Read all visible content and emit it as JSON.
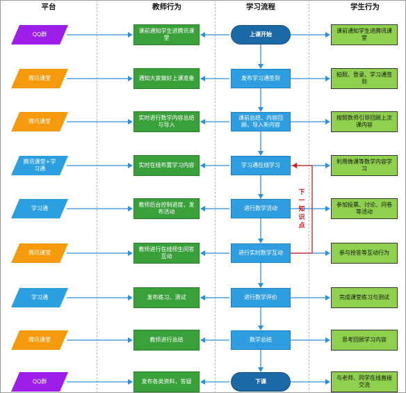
{
  "headers": {
    "platform": "平台",
    "teacher": "教师行为",
    "process": "学习流程",
    "student": "学生行为"
  },
  "rows": [
    {
      "platform": "QQ群",
      "platform_color": "#9d1ee8",
      "teacher": "课前通知学生进腾讯课堂",
      "process": "上课开始",
      "process_kind": "terminal",
      "student": "课前通知学生进腾讯课堂"
    },
    {
      "platform": "腾讯课堂",
      "platform_color": "#f59a0c",
      "teacher": "通知大家做好上课准备",
      "process": "发布学习通签到",
      "process_kind": "step",
      "student": "拍照、登录、学习通签到"
    },
    {
      "platform": "腾讯课堂",
      "platform_color": "#f59a0c",
      "teacher": "实时进行数学内容总结与导入",
      "process": "课前总结、内容回顾，导入新内容",
      "process_kind": "step",
      "student": "按照数师引导回顾上次课内容"
    },
    {
      "platform": "腾讯课堂+学习通",
      "platform_color": "#2b9fe0",
      "teacher": "实时在线布置学习内容",
      "process": "学习通在线学习",
      "process_kind": "step",
      "student": "利用微课等数学内容学习"
    },
    {
      "platform": "学习通",
      "platform_color": "#2b9fe0",
      "teacher": "教师后台控制进度，发布活动",
      "process": "进行数学活动",
      "process_kind": "step",
      "student": "参加投票、讨论、问卷等活动"
    },
    {
      "platform": "腾讯课堂",
      "platform_color": "#f59a0c",
      "teacher": "教师进行在线师生问答互动",
      "process": "进行实时数学互动",
      "process_kind": "step",
      "student": "参与抢答等互动行为"
    },
    {
      "platform": "学习通",
      "platform_color": "#2b9fe0",
      "teacher": "发布练习、测试",
      "process": "进行数学评价",
      "process_kind": "step",
      "student": "完成课堂练习与测试"
    },
    {
      "platform": "腾讯课堂",
      "platform_color": "#f59a0c",
      "teacher": "教师进行总结",
      "process": "数学总结",
      "process_kind": "step",
      "student": "思考回顾学习内容"
    },
    {
      "platform": "QQ群",
      "platform_color": "#9d1ee8",
      "teacher": "发布各类资料，答疑",
      "process": "下课",
      "process_kind": "terminal",
      "student": "与老师、同学在线直接交流"
    }
  ],
  "loop_label": "下一知识点",
  "colors": {
    "teacher_box": "#3aa13a",
    "process_box": "#2f9ee0",
    "terminal_box": "#1c69a8",
    "student_box": "#8fd14f",
    "arrow": "#2e8fd6",
    "loop_arrow": "#d11c1c"
  }
}
